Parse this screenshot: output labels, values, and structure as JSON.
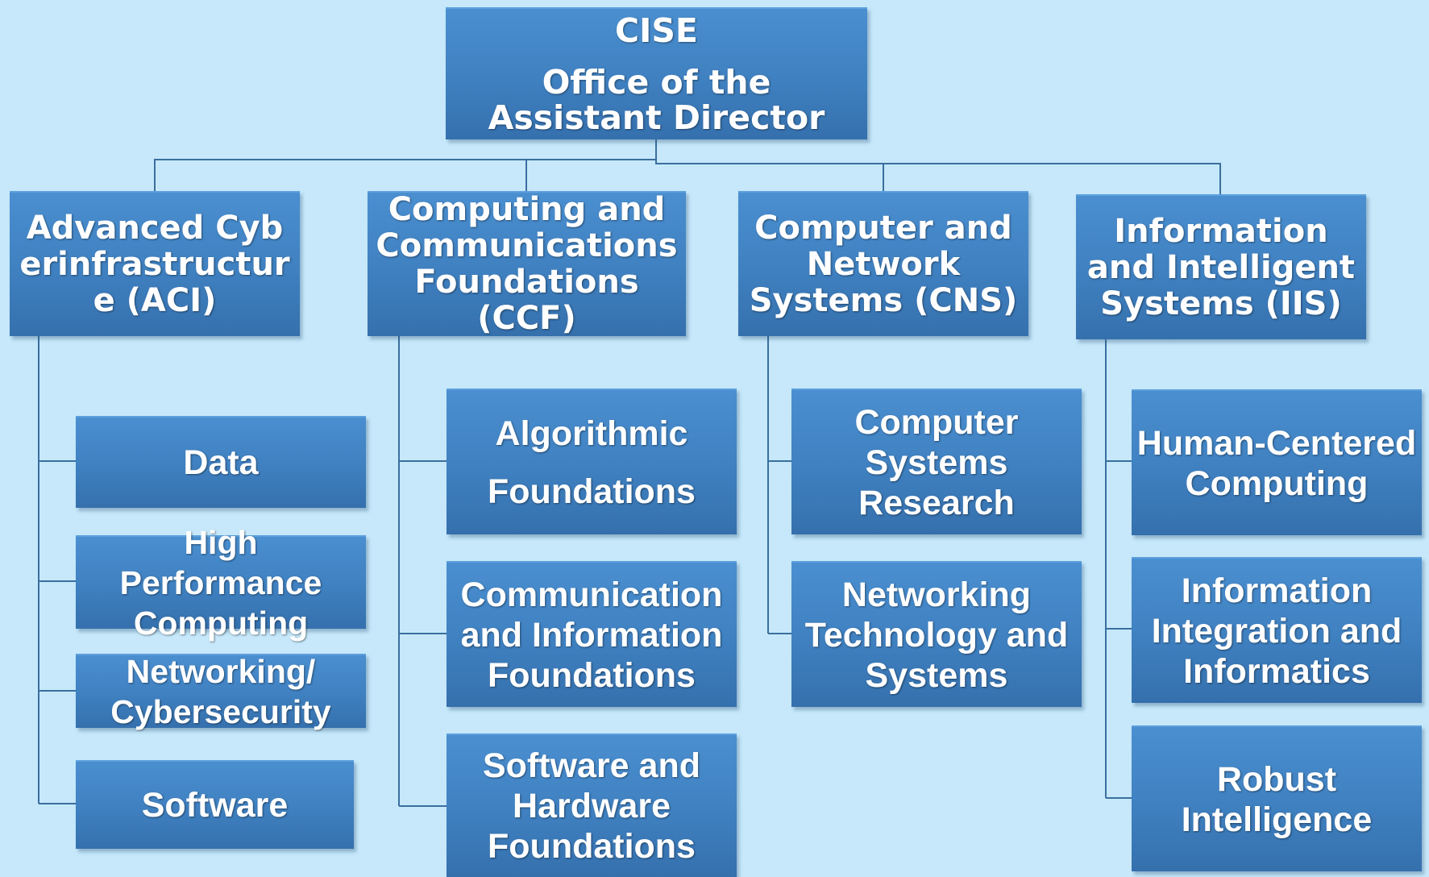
{
  "root": {
    "title": "CISE",
    "subtitle": "Office of the Assistant Director"
  },
  "divisions": [
    {
      "label": "Advanced Cyberinfrastructure (ACI)",
      "children": [
        "Data",
        "High Performance Computing",
        "Networking/ Cybersecurity",
        "Software"
      ]
    },
    {
      "label": "Computing and Communications Foundations (CCF)",
      "children": [
        "Algorithmic Foundations",
        "Communication and Information Foundations",
        "Software and Hardware Foundations"
      ]
    },
    {
      "label": "Computer and Network Systems (CNS)",
      "children": [
        "Computer Systems Research",
        "Networking Technology and Systems"
      ]
    },
    {
      "label": "Information and Intelligent Systems (IIS)",
      "children": [
        "Human-Centered Computing",
        "Information Integration and Informatics",
        "Robust Intelligence"
      ]
    }
  ],
  "colors": {
    "background": "#c6e8fa",
    "box": "#3f80c0",
    "connector": "#3a6f9e",
    "text": "#ffffff"
  }
}
